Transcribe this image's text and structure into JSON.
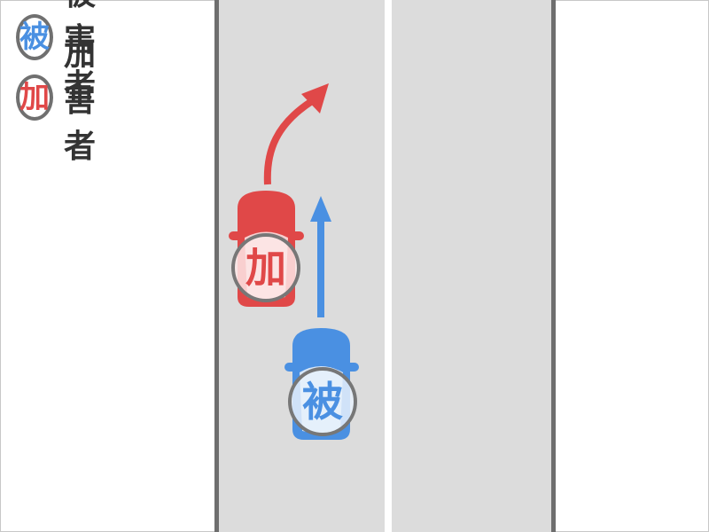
{
  "legend": {
    "victim": {
      "badge": "被",
      "label": "被害者",
      "color": "#4a90e2"
    },
    "offender": {
      "badge": "加",
      "label": "加害者",
      "color": "#e04848"
    }
  },
  "road": {
    "surface_color": "#dcdcdc",
    "edge_color": "#6e6e6e",
    "center_line_color": "#ffffff"
  },
  "vehicles": {
    "offender_car": {
      "badge": "加",
      "color": "#e04848",
      "maneuver": "right-turn-arrow"
    },
    "victim_car": {
      "badge": "被",
      "color": "#4a90e2",
      "maneuver": "straight-arrow"
    }
  }
}
